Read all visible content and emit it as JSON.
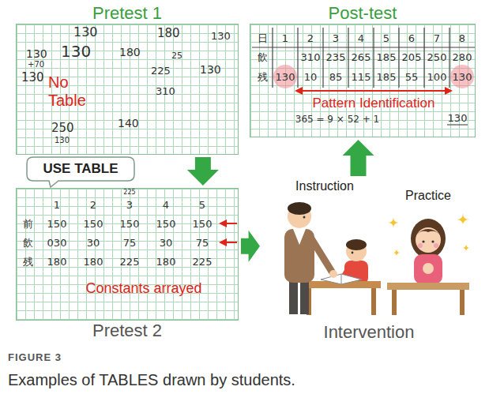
{
  "diagram": {
    "caption": "Examples of TABLES drawn by students.",
    "nodes": [
      {
        "text": [
          "Pretest 1",
          "No Table"
        ]
      },
      {
        "text": [
          "Post-test",
          "Pattern Identification"
        ]
      },
      {
        "text": [
          "USE TABLE"
        ]
      },
      {
        "text": [
          "Pretest 2",
          "Constants arrayed"
        ]
      },
      {
        "text": [
          "Intervention"
        ]
      },
      {
        "text": [
          "Instruction"
        ],
        "in": 4
      },
      {
        "text": [
          "Practice"
        ],
        "in": 4
      }
    ],
    "edges": [
      {
        "from": 0,
        "to": 3,
        "arrow": "to"
      },
      {
        "from": 3,
        "to": 4,
        "arrow": "to"
      },
      {
        "from": 4,
        "to": 1,
        "arrow": "to"
      }
    ],
    "labels": [
      "130",
      "180",
      "130",
      "130",
      "130",
      "180",
      "25",
      "+70",
      "130",
      "225",
      "130",
      "310",
      "250",
      "140",
      "130",
      "日",
      "1",
      "2",
      "3",
      "4",
      "5",
      "6",
      "7",
      "8",
      "飲",
      "310",
      "235",
      "265",
      "185",
      "205",
      "250",
      "280",
      "残",
      "130",
      "10",
      "85",
      "115",
      "185",
      "55",
      "100",
      "130",
      "365 = 9 × 52 + 1",
      "130",
      "225",
      "1",
      "2",
      "3",
      "4",
      "5",
      "前",
      "150",
      "150",
      "150",
      "150",
      "150",
      "飲",
      "030",
      "30",
      "75",
      "30",
      "75",
      "残",
      "180",
      "180",
      "225",
      "180",
      "225",
      "FIGURE 3"
    ]
  }
}
